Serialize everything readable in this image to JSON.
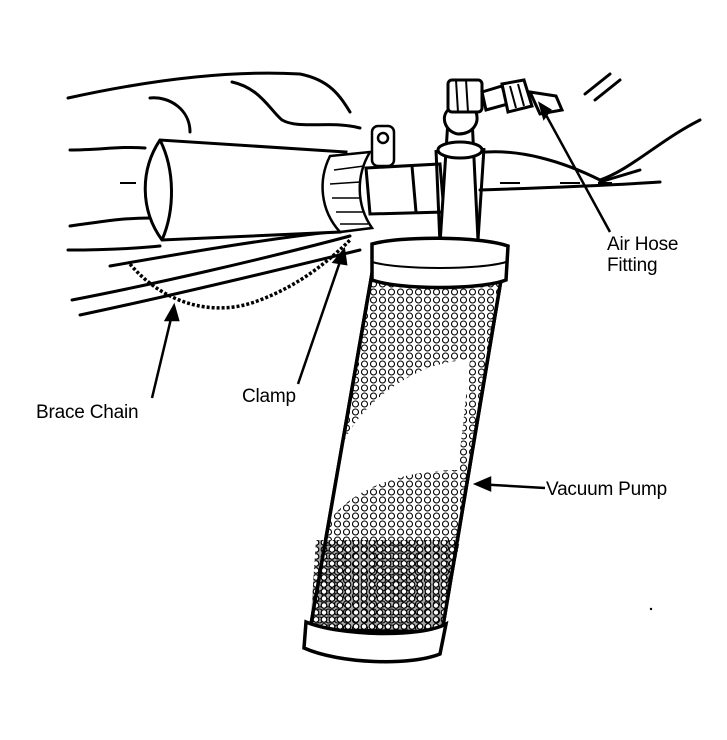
{
  "labels": {
    "air_hose_fitting_line1": "Air Hose",
    "air_hose_fitting_line2": "Fitting",
    "vacuum_pump": "Vacuum Pump",
    "clamp": "Clamp",
    "brace_chain": "Brace Chain"
  },
  "colors": {
    "ink": "#000000",
    "paper": "#ffffff"
  }
}
